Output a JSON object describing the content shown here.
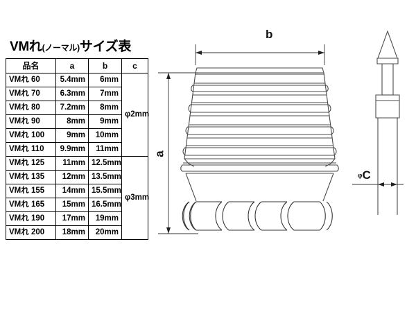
{
  "table": {
    "title_main": "VMれ",
    "title_paren": "(ノーマル)",
    "title_tail": "サイズ表",
    "title_full": "VMれ(ノーマル)サイズ表",
    "headers": [
      "品名",
      "a",
      "b",
      "c"
    ],
    "rows": [
      {
        "name": "VMれ 60",
        "a": "5.4mm",
        "b": "6mm"
      },
      {
        "name": "VMれ 70",
        "a": "6.3mm",
        "b": "7mm"
      },
      {
        "name": "VMれ 80",
        "a": "7.2mm",
        "b": "8mm"
      },
      {
        "name": "VMれ 90",
        "a": "8mm",
        "b": "9mm"
      },
      {
        "name": "VMれ 100",
        "a": "9mm",
        "b": "10mm"
      },
      {
        "name": "VMれ 110",
        "a": "9.9mm",
        "b": "11mm"
      },
      {
        "name": "VMれ 125",
        "a": "11mm",
        "b": "12.5mm"
      },
      {
        "name": "VMれ 135",
        "a": "12mm",
        "b": "13.5mm"
      },
      {
        "name": "VMれ 155",
        "a": "14mm",
        "b": "15.5mm"
      },
      {
        "name": "VMれ 165",
        "a": "15mm",
        "b": "16.5mm"
      },
      {
        "name": "VMれ 190",
        "a": "17mm",
        "b": "19mm"
      },
      {
        "name": "VMれ 200",
        "a": "18mm",
        "b": "20mm"
      }
    ],
    "c_groups": [
      {
        "value": "φ2mm",
        "span": 6
      },
      {
        "value": "φ3mm",
        "span": 6
      }
    ]
  },
  "drawing": {
    "dimension_b": "b",
    "dimension_a": "a",
    "dimension_c": "C",
    "dimension_c_prefix": "φ",
    "parts": {
      "left": "ribbed-tapered-body-with-coil-spring",
      "right": "needle-with-conical-tip"
    }
  },
  "colors": {
    "background": "#ffffff",
    "line": "#000000",
    "drawing_line": "#3a3a3a",
    "text": "#000000"
  }
}
